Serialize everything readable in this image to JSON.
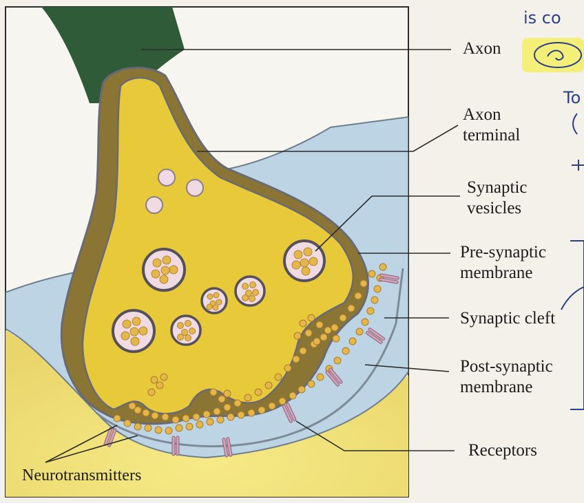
{
  "colors": {
    "page": "#f4f1ea",
    "axon": "#2f5b39",
    "terminal_fill": "#e8c93a",
    "terminal_wall": "#8b7535",
    "membrane_edge": "#6a6a74",
    "cleft": "#b9d3e3",
    "postsynaptic": "#efe07a",
    "vesicle_shell": "#f1dbe3",
    "neurotransmitter": "#e5b64a",
    "receptor": "#d4a2b8",
    "highlight": "#f3ef78",
    "pen_ink": "#2a3f86"
  },
  "labels": {
    "axon": "Axon",
    "axon_terminal_1": "Axon",
    "axon_terminal_2": "terminal",
    "synaptic_vesicles_1": "Synaptic",
    "synaptic_vesicles_2": "vesicles",
    "pre_synaptic_1": "Pre-synaptic",
    "pre_synaptic_2": "membrane",
    "synaptic_cleft": "Synaptic cleft",
    "post_synaptic_1": "Post-synaptic",
    "post_synaptic_2": "membrane",
    "receptors": "Receptors",
    "neurotransmitters": "Neurotransmitters"
  },
  "margin_notes": {
    "note_1": "is co",
    "note_2": "To"
  }
}
